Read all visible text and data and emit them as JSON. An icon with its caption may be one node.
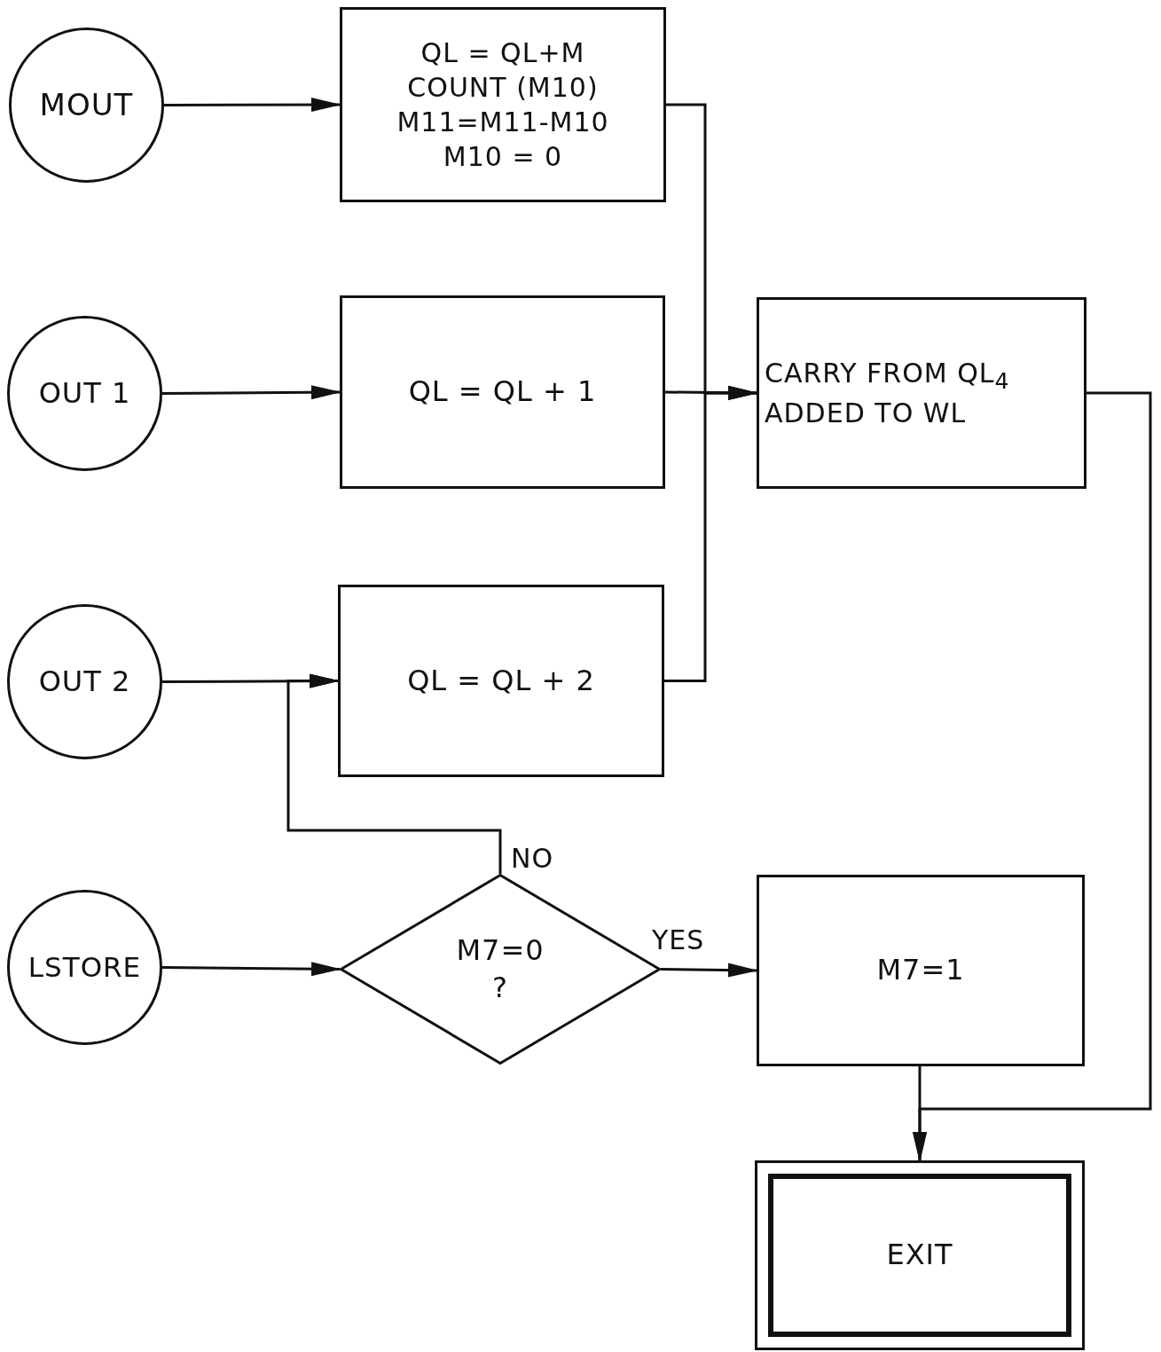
{
  "diagram": {
    "nodes": [
      {
        "text": [
          "MOUT"
        ]
      },
      {
        "text": [
          "QL = QL+M",
          "COUNT (M10)",
          "M11=M11-M10",
          "M10 = 0"
        ]
      },
      {
        "text": [
          "OUT 1"
        ]
      },
      {
        "text": [
          "QL = QL + 1"
        ]
      },
      {
        "text": [
          "OUT 2"
        ]
      },
      {
        "text": [
          "QL = QL + 2"
        ]
      },
      {
        "text": [
          "CARRY FROM QL$_{4}$ ADDED TO WL"
        ]
      },
      {
        "text": [
          "LSTORE"
        ]
      },
      {
        "text": [
          "M7=0",
          "?"
        ]
      },
      {
        "text": [
          "M7=1"
        ]
      },
      {
        "text": [
          "EXIT"
        ]
      }
    ],
    "edges": [
      {
        "from": 0,
        "to": 1,
        "arrow": "to"
      },
      {
        "from": 2,
        "to": 3,
        "arrow": "to"
      },
      {
        "from": 4,
        "to": 5,
        "arrow": "to"
      },
      {
        "from": 1,
        "to": 6,
        "arrow": "to"
      },
      {
        "from": 3,
        "to": 6,
        "arrow": "to"
      },
      {
        "from": 5,
        "to": 6,
        "arrow": "to"
      },
      {
        "from": 7,
        "to": 8,
        "arrow": "to"
      },
      {
        "from": 8,
        "to": 5,
        "arrow": "to",
        "label": "NO"
      },
      {
        "from": 8,
        "to": 9,
        "arrow": "to",
        "label": "YES"
      },
      {
        "from": 6,
        "to": 10,
        "arrow": "to"
      },
      {
        "from": 9,
        "to": 10,
        "arrow": "to"
      }
    ]
  }
}
